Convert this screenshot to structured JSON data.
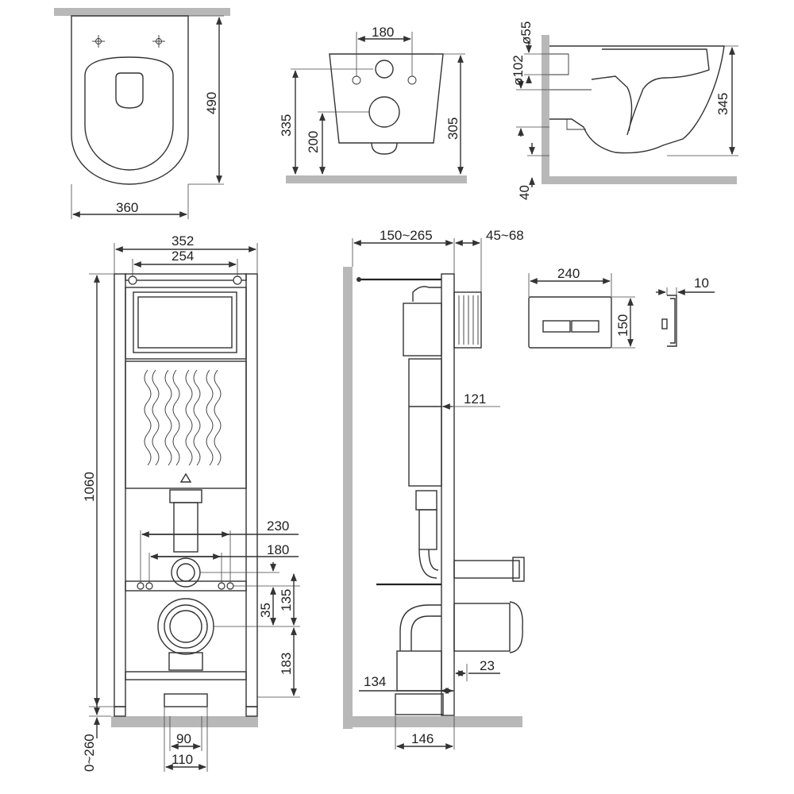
{
  "dimensions": {
    "bowl_width": "360",
    "bowl_depth": "490",
    "bolt_spacing": "180",
    "inlet_height": "335",
    "outlet_height": "200",
    "bowl_front_height": "305",
    "inlet_diameter": "ø55",
    "outlet_diameter": "ø102",
    "bowl_side_height": "345",
    "floor_gap": "40",
    "frame_width": "352",
    "bracket_spacing": "254",
    "frame_height": "1060",
    "leg_adjustment": "0~260",
    "foot_inner": "90",
    "foot_outer": "110",
    "stud_spacing_outer": "230",
    "stud_spacing_inner": "180",
    "outlet_offset": "35",
    "stud_height": "135",
    "outlet_floor_height": "183",
    "wall_depth": "150~265",
    "panel_thickness": "45~68",
    "cistern_depth": "121",
    "drain_offset": "134",
    "pipe_offset": "23",
    "frame_base_depth": "146",
    "plate_width": "240",
    "plate_height": "150",
    "plate_thickness": "10"
  }
}
